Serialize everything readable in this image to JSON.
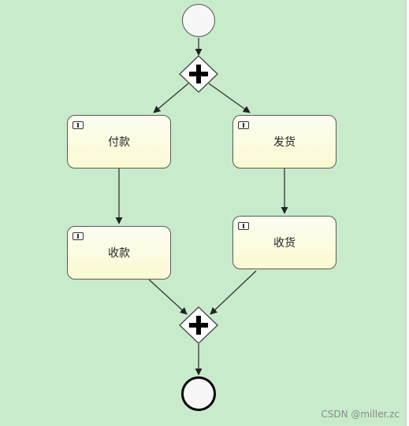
{
  "tasks": {
    "pay": "付款",
    "ship": "发货",
    "collect": "收款",
    "receive": "收货"
  },
  "watermark": "CSDN @miller.zc",
  "colors": {
    "background": "#c8ebcc",
    "task_fill_top": "#fcfcf2",
    "task_fill_bottom": "#fbfbd2",
    "edge": "#3c3c3c"
  },
  "icons": {
    "task": "user-task-icon",
    "gateway": "parallel-gateway-plus-icon"
  }
}
